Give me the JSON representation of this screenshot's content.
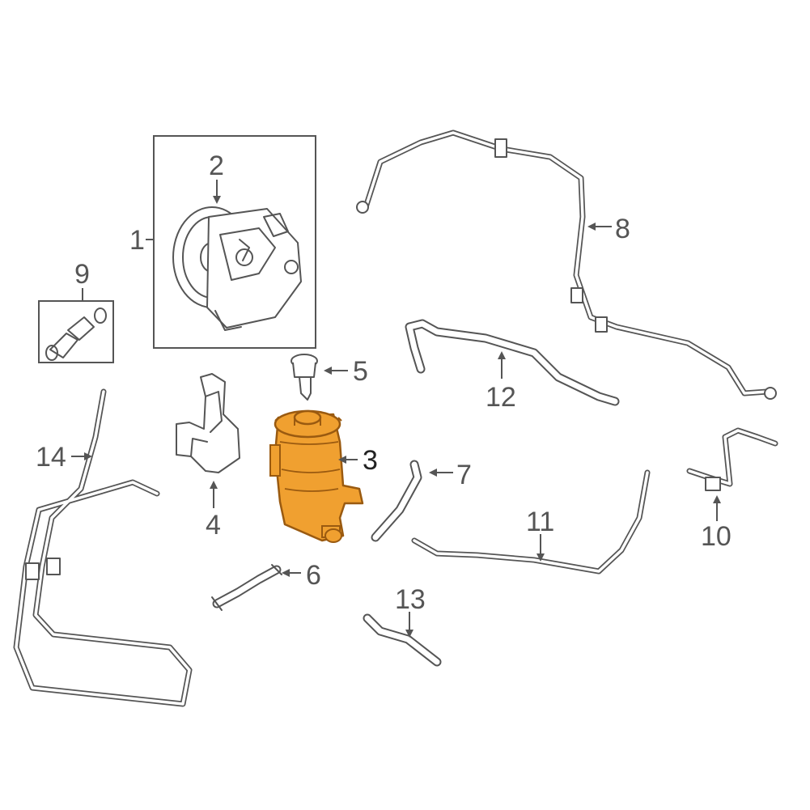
{
  "colors": {
    "line": "#555555",
    "highlight_fill": "#F0A030",
    "highlight_stroke": "#9A5A10",
    "background": "#ffffff"
  },
  "callouts": {
    "c1": "1",
    "c2": "2",
    "c3": "3",
    "c4": "4",
    "c5": "5",
    "c6": "6",
    "c7": "7",
    "c8": "8",
    "c9": "9",
    "c10": "10",
    "c11": "11",
    "c12": "12",
    "c13": "13",
    "c14": "14"
  },
  "highlighted_part": "3"
}
